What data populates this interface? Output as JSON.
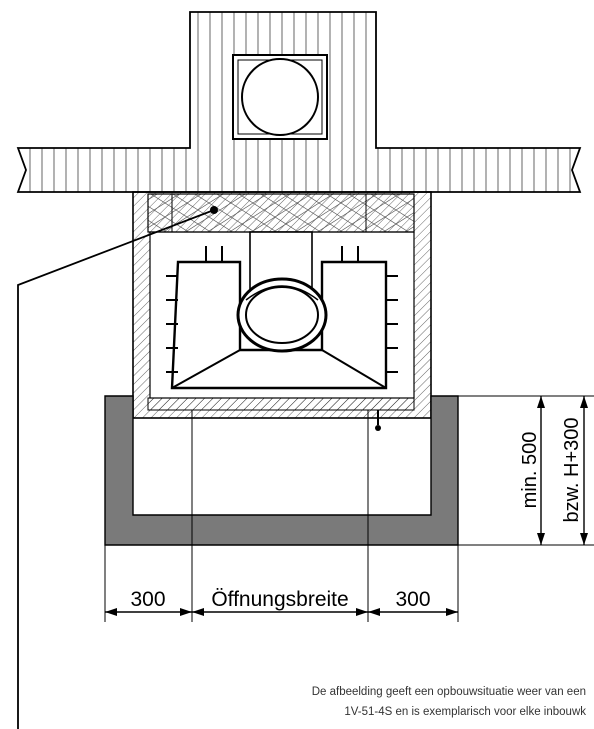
{
  "dimensions": {
    "side_left": "300",
    "opening_width": "Öffnungsbreite",
    "side_right": "300",
    "min_height": "min. 500",
    "alt_height": "bzw. H+300"
  },
  "caption": {
    "line1": "De afbeelding geeft een opbouwsituatie weer van een",
    "line2": "1V-51-4S en is exemplarisch voor elke inbouwk"
  },
  "colors": {
    "line": "#000000",
    "hearth_fill": "#7a7a7a",
    "insulation_fill": "#e8e8e8"
  }
}
